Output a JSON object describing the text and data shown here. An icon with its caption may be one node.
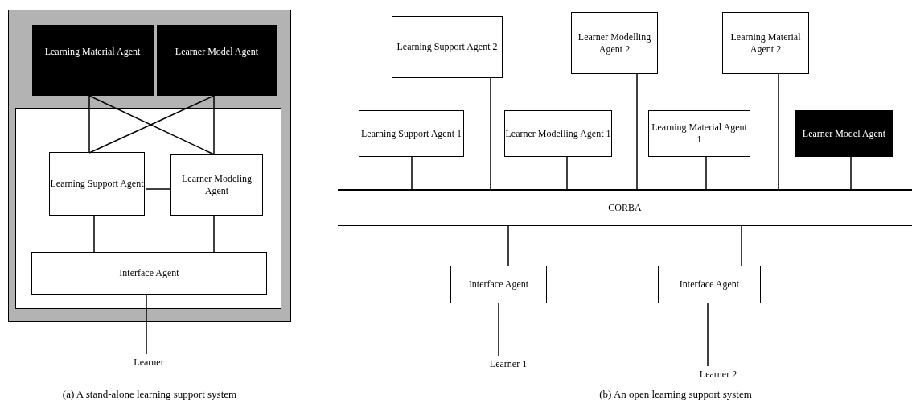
{
  "diagram": {
    "nodes": [
      {
        "text": [],
        "shape": "box"
      },
      {
        "text": [
          "Learning Material Agent"
        ],
        "in": 0
      },
      {
        "text": [
          "Learner Model Agent"
        ],
        "in": 0
      },
      {
        "text": [],
        "shape": "box",
        "in": 0
      },
      {
        "text": [
          "Learning Support Agent"
        ],
        "in": 3
      },
      {
        "text": [
          "Learner Modeling Agent"
        ],
        "in": 3
      },
      {
        "text": [
          "Interface Agent"
        ],
        "in": 3
      },
      {
        "text": [
          "Learner"
        ]
      },
      {
        "text": [
          "Learning Support Agent 2"
        ]
      },
      {
        "text": [
          "Learner Modelling Agent 2"
        ]
      },
      {
        "text": [
          "Learning Material Agent 2"
        ]
      },
      {
        "text": [
          "Learning Support Agent 1"
        ]
      },
      {
        "text": [
          "Learner Modelling Agent 1"
        ]
      },
      {
        "text": [
          "Learning Material Agent 1"
        ]
      },
      {
        "text": [
          "Learner Model Agent"
        ]
      },
      {
        "text": [
          "CORBA"
        ]
      },
      {
        "text": [
          "Interface Agent"
        ]
      },
      {
        "text": [
          "Interface Agent"
        ]
      },
      {
        "text": [
          "Learner 1"
        ]
      },
      {
        "text": [
          "Learner 2"
        ]
      }
    ],
    "edges": [
      {
        "from": 1,
        "to": 4,
        "arrow": "none"
      },
      {
        "from": 1,
        "to": 5,
        "arrow": "none"
      },
      {
        "from": 2,
        "to": 4,
        "arrow": "none"
      },
      {
        "from": 2,
        "to": 5,
        "arrow": "none"
      },
      {
        "from": 4,
        "to": 5,
        "arrow": "none"
      },
      {
        "from": 4,
        "to": 6,
        "arrow": "none"
      },
      {
        "from": 5,
        "to": 6,
        "arrow": "none"
      },
      {
        "from": 6,
        "to": 7,
        "arrow": "none"
      },
      {
        "from": 11,
        "to": 15,
        "arrow": "none"
      },
      {
        "from": 8,
        "to": 15,
        "arrow": "none"
      },
      {
        "from": 12,
        "to": 15,
        "arrow": "none"
      },
      {
        "from": 9,
        "to": 15,
        "arrow": "none"
      },
      {
        "from": 13,
        "to": 15,
        "arrow": "none"
      },
      {
        "from": 10,
        "to": 15,
        "arrow": "none"
      },
      {
        "from": 14,
        "to": 15,
        "arrow": "none"
      },
      {
        "from": 15,
        "to": 16,
        "arrow": "none"
      },
      {
        "from": 15,
        "to": 17,
        "arrow": "none"
      },
      {
        "from": 16,
        "to": 18,
        "arrow": "none"
      },
      {
        "from": 17,
        "to": 19,
        "arrow": "none"
      }
    ],
    "labels": [
      "(a) A stand-alone learning support system",
      "(b) An open learning support system"
    ]
  }
}
